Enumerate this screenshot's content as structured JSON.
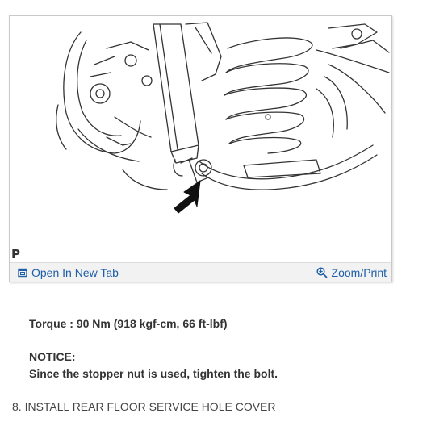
{
  "figure": {
    "figure_letter": "P",
    "open_new_tab_label": "Open In New Tab",
    "zoom_print_label": "Zoom/Print",
    "open_new_tab_icon": "external-window-icon",
    "zoom_icon": "magnifier-plus-icon",
    "link_color": "#1e5fa8"
  },
  "content": {
    "torque_text": "Torque : 90 Nm (918 kgf-cm, 66 ft-lbf)",
    "notice_label": "NOTICE:",
    "notice_text": "Since the stopper nut is used, tighten the bolt.",
    "next_step": "8. INSTALL REAR FLOOR SERVICE HOLE COVER"
  }
}
